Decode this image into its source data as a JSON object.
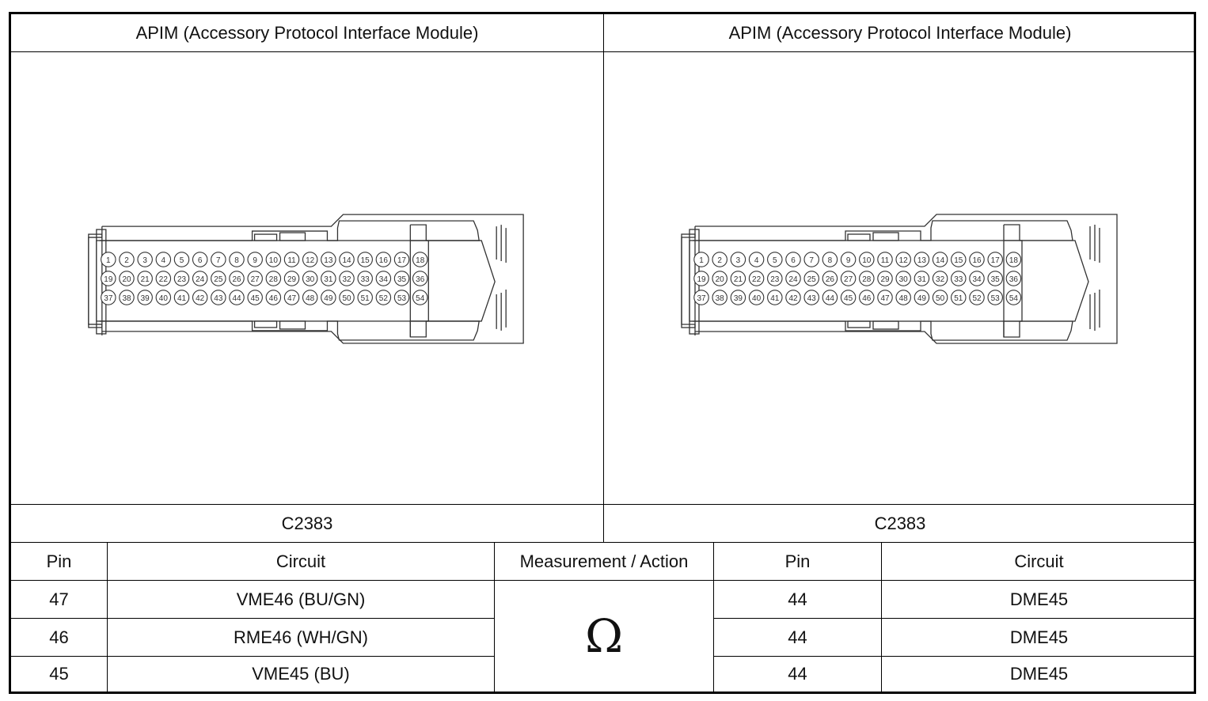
{
  "panels": [
    {
      "module_title": "APIM (Accessory Protocol Interface Module)",
      "connector": "C2383"
    },
    {
      "module_title": "APIM (Accessory Protocol Interface Module)",
      "connector": "C2383"
    }
  ],
  "connector_pins": {
    "row1": [
      "1",
      "2",
      "3",
      "4",
      "5",
      "6",
      "7",
      "8",
      "9",
      "10",
      "11",
      "12",
      "13",
      "14",
      "15",
      "16",
      "17",
      "18"
    ],
    "row2": [
      "19",
      "20",
      "21",
      "22",
      "23",
      "24",
      "25",
      "26",
      "27",
      "28",
      "29",
      "30",
      "31",
      "32",
      "33",
      "34",
      "35",
      "36"
    ],
    "row3": [
      "37",
      "38",
      "39",
      "40",
      "41",
      "42",
      "43",
      "44",
      "45",
      "46",
      "47",
      "48",
      "49",
      "50",
      "51",
      "52",
      "53",
      "54"
    ]
  },
  "table": {
    "headers": {
      "pin_left": "Pin",
      "circuit_left": "Circuit",
      "measurement": "Measurement / Action",
      "pin_right": "Pin",
      "circuit_right": "Circuit"
    },
    "measurement_symbol": "Ω",
    "rows": [
      {
        "pin_left": "47",
        "circuit_left": "VME46 (BU/GN)",
        "pin_right": "44",
        "circuit_right": "DME45"
      },
      {
        "pin_left": "46",
        "circuit_left": "RME46 (WH/GN)",
        "pin_right": "44",
        "circuit_right": "DME45"
      },
      {
        "pin_left": "45",
        "circuit_left": "VME45 (BU)",
        "pin_right": "44",
        "circuit_right": "DME45"
      }
    ]
  }
}
